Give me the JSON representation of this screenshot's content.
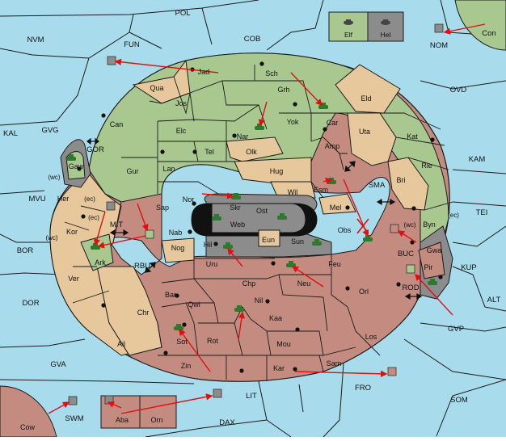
{
  "map": {
    "colors": {
      "sea": "#a8dcec",
      "green": "#a8c890",
      "tan": "#e6c89c",
      "brown": "#c48c80",
      "dark": "#8c8c8c",
      "border": "#1a1a1a",
      "arrow": "#e01010",
      "center": "#111111"
    },
    "legend": [
      {
        "label": "Elf",
        "color": "#a8c890"
      },
      {
        "label": "Hel",
        "color": "#8c8c8c"
      }
    ],
    "sea_labels": [
      "POL",
      "FUN",
      "COB",
      "NVM",
      "NOM",
      "Con",
      "OVD",
      "KAL",
      "GVG",
      "KAM",
      "GOR",
      "MVU",
      "TEI",
      "BOR",
      "MIT",
      "SMA",
      "RBU",
      "KUP",
      "DOR",
      "ALT",
      "GVP",
      "GVA",
      "FRO",
      "SOM",
      "LIT",
      "SWM",
      "DAX",
      "BUC",
      "ROD"
    ],
    "green_labels": [
      "Jad",
      "Sch",
      "Qua",
      "Jos",
      "Grh",
      "Car",
      "Can",
      "Yok",
      "Elc",
      "Nar",
      "Amp",
      "Tel",
      "Gaw",
      "Lan",
      "Gur",
      "Esm",
      "Nor",
      "Sap",
      "Kat",
      "Rie",
      "Byn",
      "Gwa",
      "Ark",
      "Eld"
    ],
    "tan_labels": [
      "Uta",
      "Olk",
      "Hug",
      "Wil",
      "Bri",
      "Mel",
      "Her",
      "Kor",
      "Ver",
      "Chr",
      "Ail",
      "Nog",
      "Eun"
    ],
    "brown_labels": [
      "Obs",
      "Hil",
      "Uru",
      "Feu",
      "Nab",
      "Chp",
      "Neu",
      "Bar",
      "Qwi",
      "Nil",
      "Orl",
      "Kaa",
      "Sot",
      "Rot",
      "Mou",
      "Los",
      "Zin",
      "Kar",
      "Sam",
      "Cow",
      "Aba",
      "Orn",
      "Pir"
    ],
    "dark_labels": [
      "Skr",
      "Ost",
      "Web",
      "Sun"
    ],
    "coast_labels": [
      "(wc)",
      "(ec)",
      "(ec)",
      "(wc)",
      "(wc)",
      "(ec)"
    ]
  }
}
